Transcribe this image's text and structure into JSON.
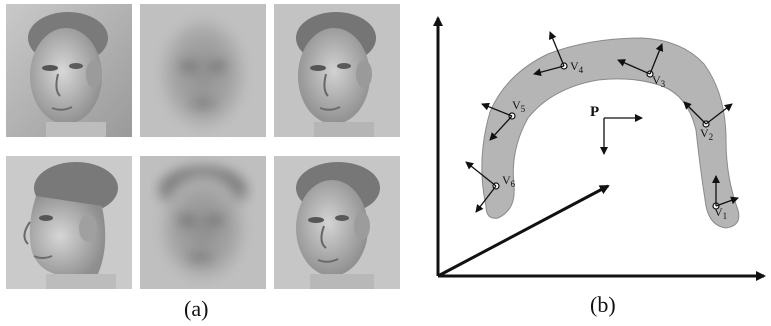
{
  "figure": {
    "panel_a": {
      "caption": "(a)",
      "rows": [
        [
          {
            "kind": "photo",
            "pose": "three-quarter-left"
          },
          {
            "kind": "blurred-reconstruction"
          },
          {
            "kind": "photo",
            "pose": "three-quarter-left"
          }
        ],
        [
          {
            "kind": "photo",
            "pose": "profile-left"
          },
          {
            "kind": "blurred-reconstruction"
          },
          {
            "kind": "photo",
            "pose": "three-quarter-left"
          }
        ]
      ]
    },
    "panel_b": {
      "caption": "(b)",
      "point_label": "P",
      "vertex_labels": [
        {
          "base": "V",
          "sub": "1"
        },
        {
          "base": "V",
          "sub": "2"
        },
        {
          "base": "V",
          "sub": "3"
        },
        {
          "base": "V",
          "sub": "4"
        },
        {
          "base": "V",
          "sub": "5"
        },
        {
          "base": "V",
          "sub": "6"
        }
      ],
      "colors": {
        "manifold": "#b5b5b5",
        "stroke": "#111111"
      }
    }
  }
}
